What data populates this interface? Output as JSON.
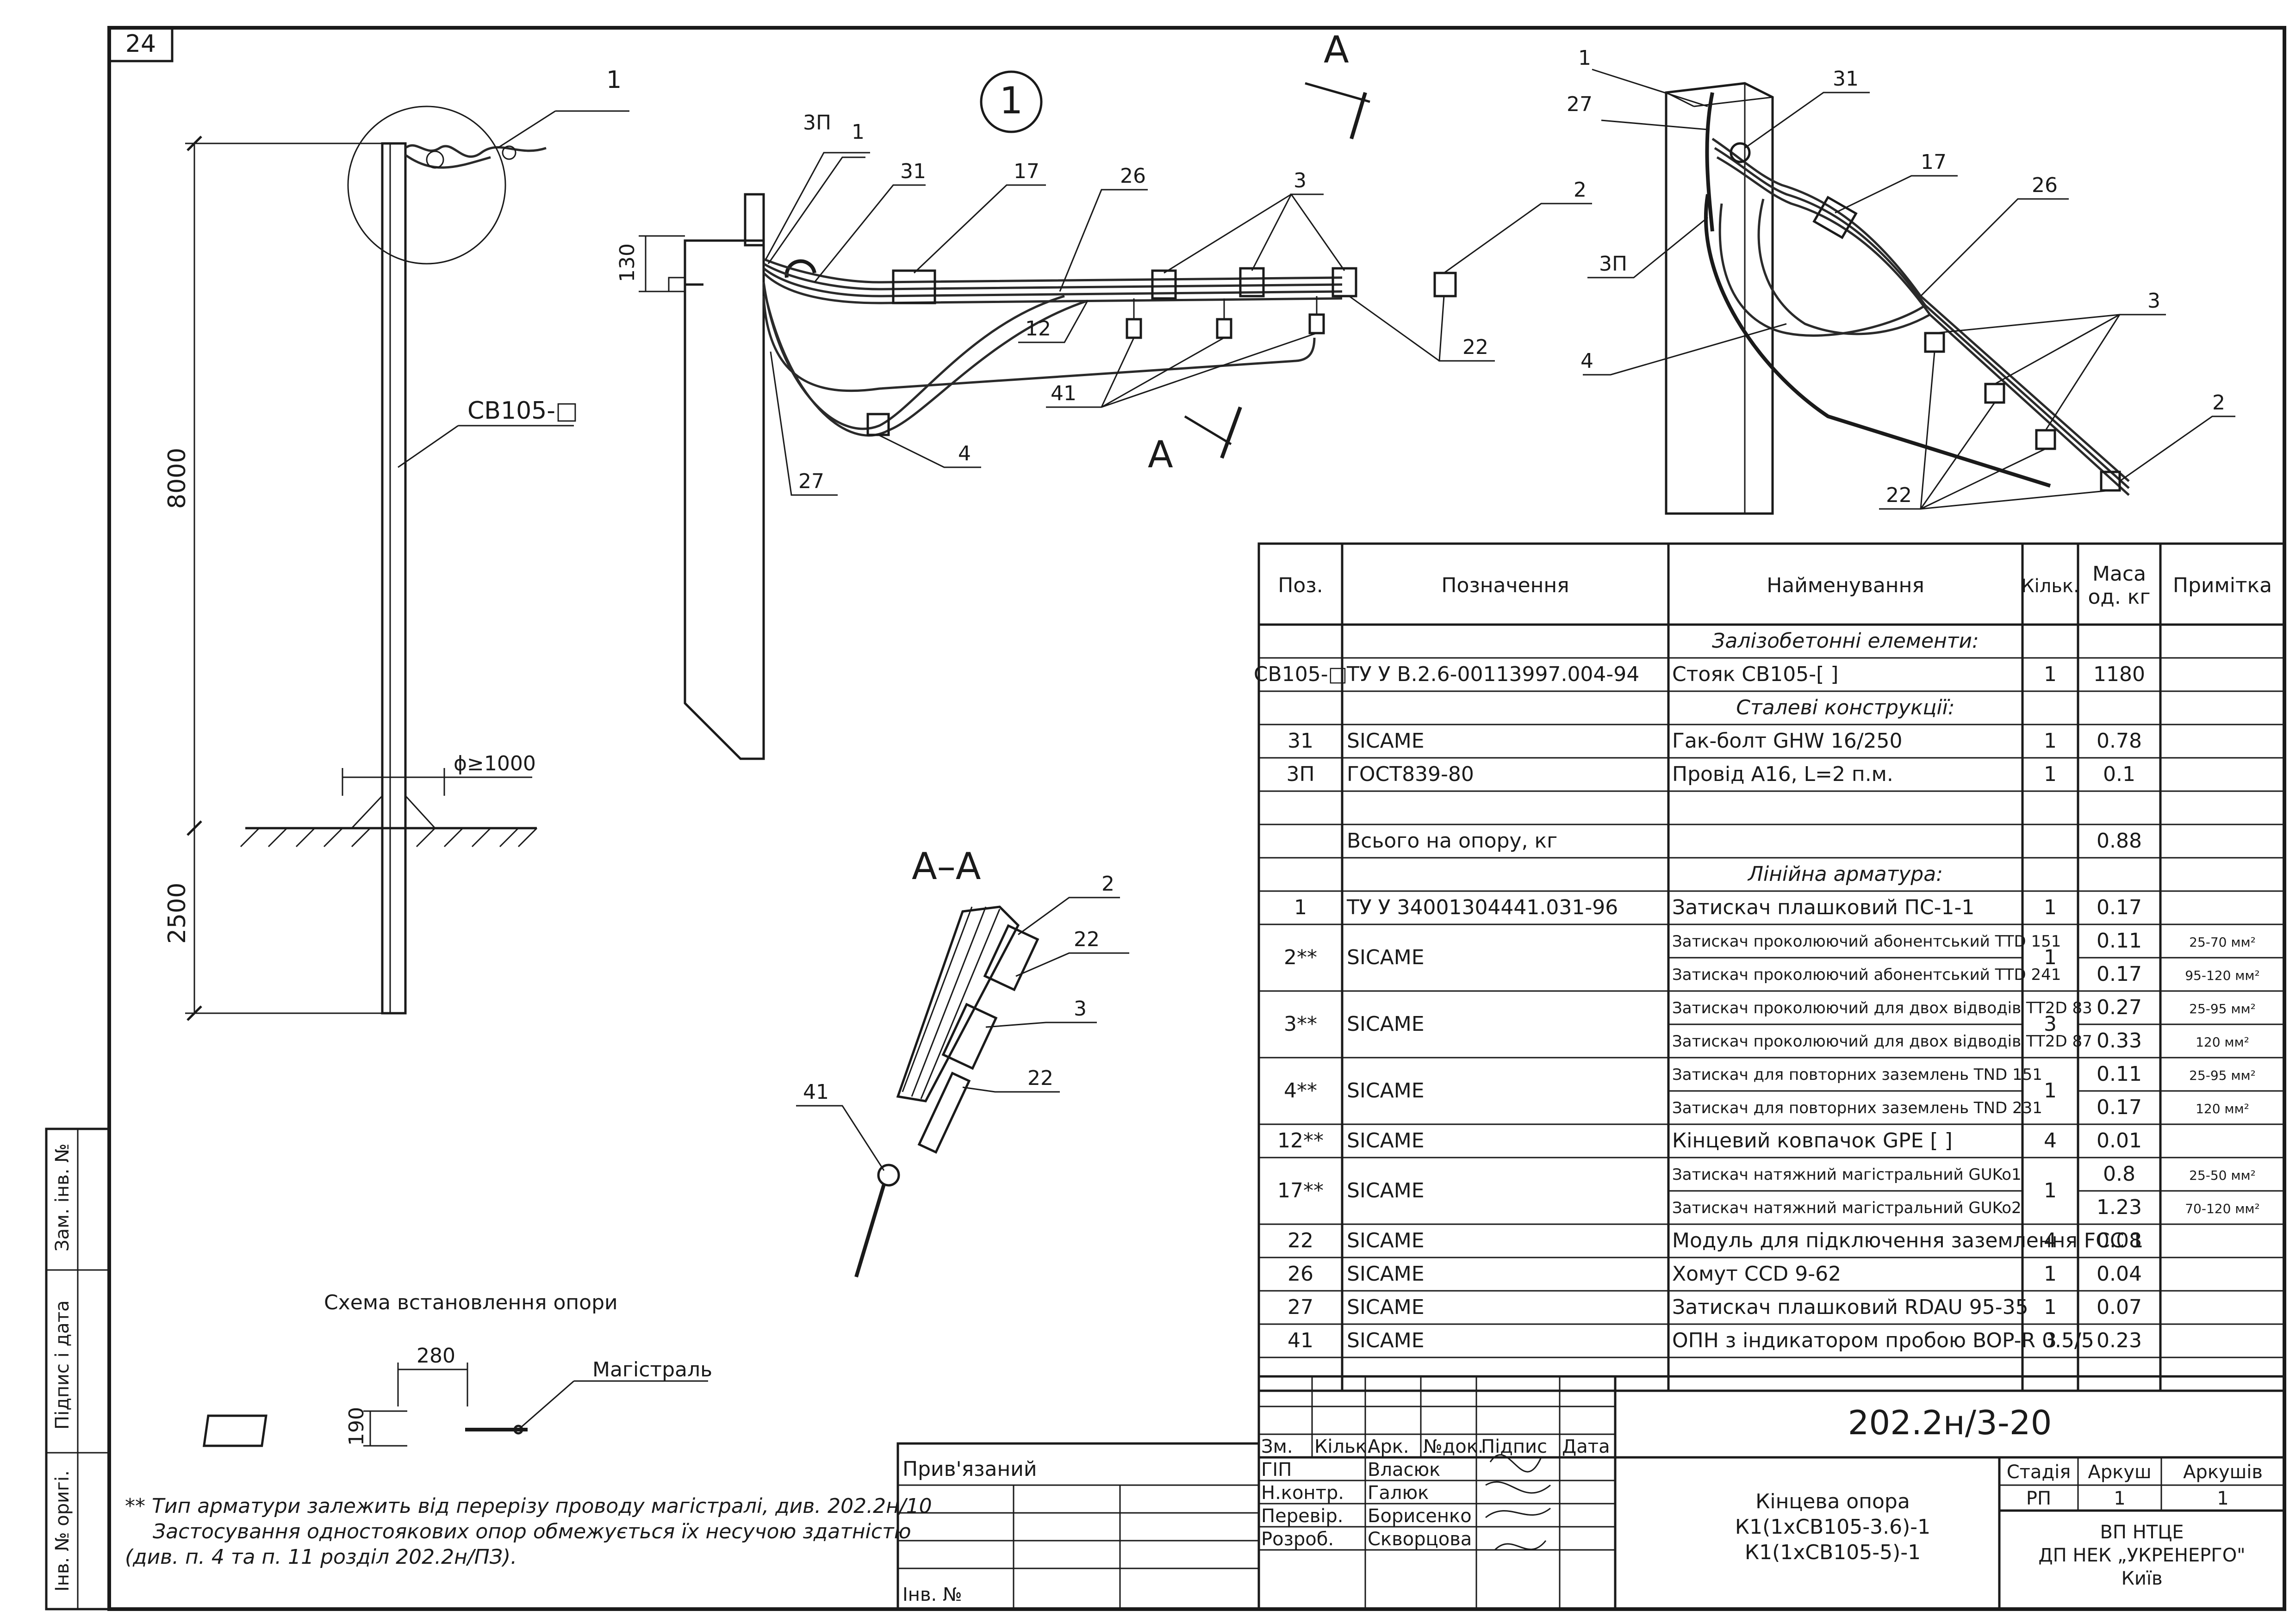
{
  "sheet_number": "24",
  "view_labels": {
    "callout_1": "1",
    "section_arrow": "А",
    "section_view": "А–А",
    "pole_mark": "СВ105-□",
    "height_above": "8000",
    "depth_below": "2500",
    "diameter": "ϕ≥1000",
    "offset_130": "130"
  },
  "positions_main": [
    "3П",
    "1",
    "31",
    "17",
    "26",
    "3",
    "2",
    "12",
    "22",
    "41",
    "4",
    "27"
  ],
  "positions_iso": [
    "1",
    "27",
    "31",
    "17",
    "26",
    "3П",
    "4",
    "3",
    "2",
    "22"
  ],
  "positions_section": [
    "2",
    "22",
    "3",
    "22",
    "41"
  ],
  "scheme": {
    "title": "Схема встановлення опори",
    "dim_280": "280",
    "dim_190": "190",
    "trunk": "Магістраль"
  },
  "footnote": {
    "line1": "** Тип арматури залежить від перерізу проводу магістралі, див. 202.2н/10",
    "line2": "Застосування одностоякових опор обмежується їх несучою здатністю",
    "line3": "(див. п. 4 та п. 11 розділ 202.2н/ПЗ)."
  },
  "table": {
    "headers": [
      "Поз.",
      "Позначення",
      "Найменування",
      "Кільк.",
      "Маса од. кг",
      "Примітка"
    ],
    "rows": [
      {
        "kind": "section",
        "name": "Залізобетонні елементи:"
      },
      {
        "pos": "СВ105-□",
        "des": "ТУ У В.2.6-00113997.004-94",
        "name": "Стояк СВ105-[    ]",
        "qty": "1",
        "mass": "1180",
        "note": ""
      },
      {
        "kind": "section",
        "name": "Сталеві конструкції:"
      },
      {
        "pos": "31",
        "des": "SICAME",
        "name": "Гак-болт GHW 16/250",
        "qty": "1",
        "mass": "0.78",
        "note": ""
      },
      {
        "pos": "3П",
        "des": "ГОСТ839-80",
        "name": "Провід А16, L=2 п.м.",
        "qty": "1",
        "mass": "0.1",
        "note": ""
      },
      {
        "kind": "blank"
      },
      {
        "pos": "",
        "des": "Всього на опору, кг",
        "name": "",
        "qty": "",
        "mass": "0.88",
        "note": ""
      },
      {
        "kind": "section",
        "name": "Лінійна арматура:"
      },
      {
        "pos": "1",
        "des": "ТУ У 34001304441.031-96",
        "name": "Затискач плашковий ПС-1-1",
        "qty": "1",
        "mass": "0.17",
        "note": ""
      },
      {
        "pos": "2**",
        "des": "SICAME",
        "qty": "1",
        "subs": [
          {
            "name": "Затискач проколюючий абонентський TTD 151",
            "mass": "0.11",
            "note": "25-70 мм²"
          },
          {
            "name": "Затискач проколюючий абонентський TTD 241",
            "mass": "0.17",
            "note": "95-120 мм²"
          }
        ]
      },
      {
        "pos": "3**",
        "des": "SICAME",
        "qty": "3",
        "subs": [
          {
            "name": "Затискач проколюючий для двох відводів TT2D 83",
            "mass": "0.27",
            "note": "25-95 мм²"
          },
          {
            "name": "Затискач проколюючий для двох відводів TT2D 87",
            "mass": "0.33",
            "note": "120 мм²"
          }
        ]
      },
      {
        "pos": "4**",
        "des": "SICAME",
        "qty": "1",
        "subs": [
          {
            "name": "Затискач для повторних заземлень TND 151",
            "mass": "0.11",
            "note": "25-95 мм²"
          },
          {
            "name": "Затискач для повторних заземлень TND 231",
            "mass": "0.17",
            "note": "120 мм²"
          }
        ]
      },
      {
        "pos": "12**",
        "des": "SICAME",
        "name": "Кінцевий ковпачок GPE [    ]",
        "qty": "4",
        "mass": "0.01",
        "note": ""
      },
      {
        "pos": "17**",
        "des": "SICAME",
        "qty": "1",
        "subs": [
          {
            "name": "Затискач натяжний магістральний GUKo1",
            "mass": "0.8",
            "note": "25-50 мм²"
          },
          {
            "name": "Затискач натяжний магістральний GUKo2",
            "mass": "1.23",
            "note": "70-120 мм²"
          }
        ]
      },
      {
        "pos": "22",
        "des": "SICAME",
        "name": "Модуль для підключення заземлення FCC 1",
        "qty": "4",
        "mass": "0.08",
        "note": ""
      },
      {
        "pos": "26",
        "des": "SICAME",
        "name": "Хомут CCD 9-62",
        "qty": "1",
        "mass": "0.04",
        "note": ""
      },
      {
        "pos": "27",
        "des": "SICAME",
        "name": "Затискач плашковий RDAU 95-35",
        "qty": "1",
        "mass": "0.07",
        "note": ""
      },
      {
        "pos": "41",
        "des": "SICAME",
        "name": "ОПН з індикатором пробою BOP-R 0.5/5",
        "qty": "3",
        "mass": "0.23",
        "note": ""
      },
      {
        "kind": "blank"
      }
    ]
  },
  "title_block": {
    "doc_code": "202.2н/3-20",
    "rev_headers": [
      "Зм.",
      "Кільк.",
      "Арк.",
      "№док.",
      "Підпис",
      "Дата"
    ],
    "roles": [
      {
        "role": "ГІП",
        "name": "Власюк"
      },
      {
        "role": "Н.контр.",
        "name": "Галюк"
      },
      {
        "role": "Перевір.",
        "name": "Борисенко"
      },
      {
        "role": "Розроб.",
        "name": "Скворцова"
      }
    ],
    "title_lines": [
      "Кінцева опора",
      "К1(1хСВ105-3.6)-1",
      "К1(1хСВ105-5)-1"
    ],
    "stage_label": "Стадія",
    "sheet_label": "Аркуш",
    "sheets_label": "Аркушів",
    "stage": "РП",
    "sheet": "1",
    "sheets": "1",
    "org_lines": [
      "ВП НТЦЕ",
      "ДП НЕК „УКРЕНЕРГО\"",
      "Київ"
    ],
    "attached": "Прив'язаний",
    "inv": "Інв. №"
  },
  "side_stamp": [
    "Інв. № оригі.",
    "Підпис і дата",
    "Зам. інв. №"
  ]
}
